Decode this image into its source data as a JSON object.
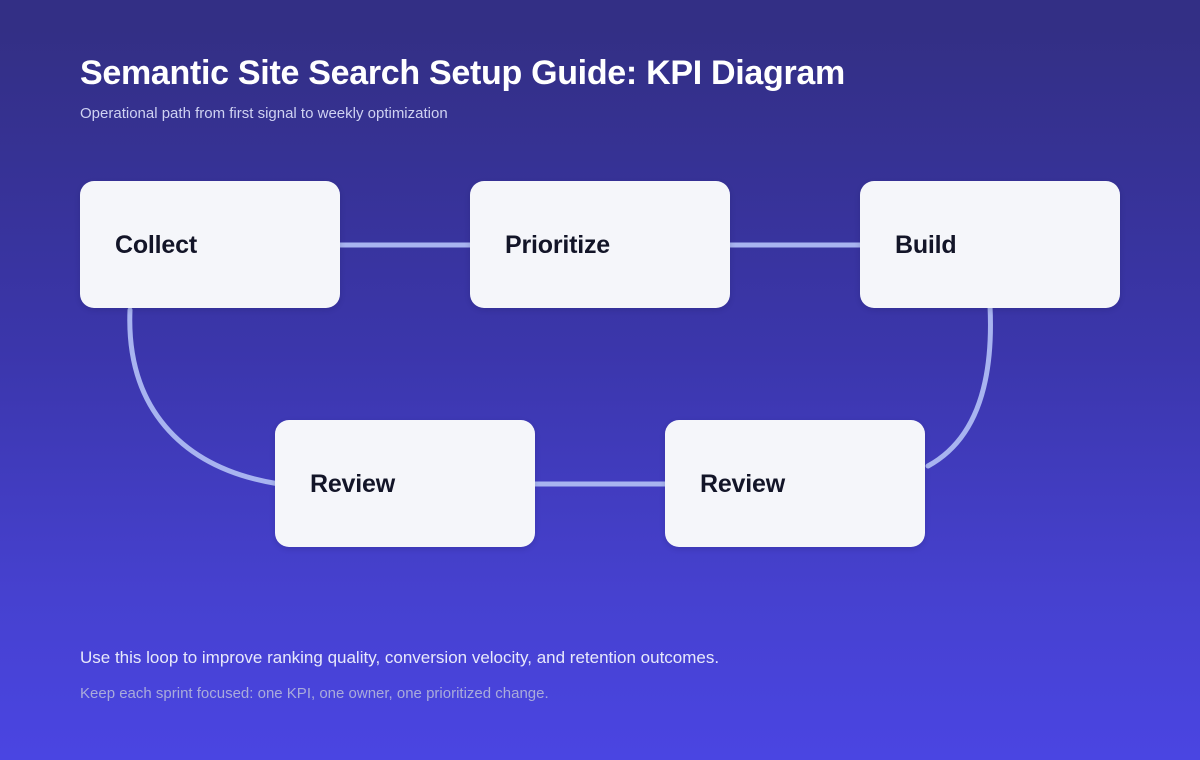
{
  "header": {
    "title": "Semantic Site Search Setup Guide: KPI Diagram",
    "subtitle": "Operational path from first signal to weekly optimization"
  },
  "diagram": {
    "type": "flow-loop",
    "nodes": [
      {
        "id": "collect",
        "label": "Collect"
      },
      {
        "id": "prioritize",
        "label": "Prioritize"
      },
      {
        "id": "build",
        "label": "Build"
      },
      {
        "id": "review-1",
        "label": "Review"
      },
      {
        "id": "review-2",
        "label": "Review"
      }
    ],
    "edges": [
      {
        "from": "collect",
        "to": "prioritize",
        "style": "straight"
      },
      {
        "from": "prioritize",
        "to": "build",
        "style": "straight"
      },
      {
        "from": "build",
        "to": "review-2",
        "style": "curve"
      },
      {
        "from": "review-2",
        "to": "review-1",
        "style": "straight"
      },
      {
        "from": "review-1",
        "to": "collect",
        "style": "curve"
      }
    ],
    "colors": {
      "node_fill": "#f5f6fa",
      "node_text": "#131528",
      "edge": "#a8b4f0",
      "background_top": "#332f85",
      "background_bottom": "#4a45e2"
    }
  },
  "footer": {
    "primary": "Use this loop to improve ranking quality, conversion velocity, and retention outcomes.",
    "secondary": "Keep each sprint focused: one KPI, one owner, one prioritized change."
  }
}
